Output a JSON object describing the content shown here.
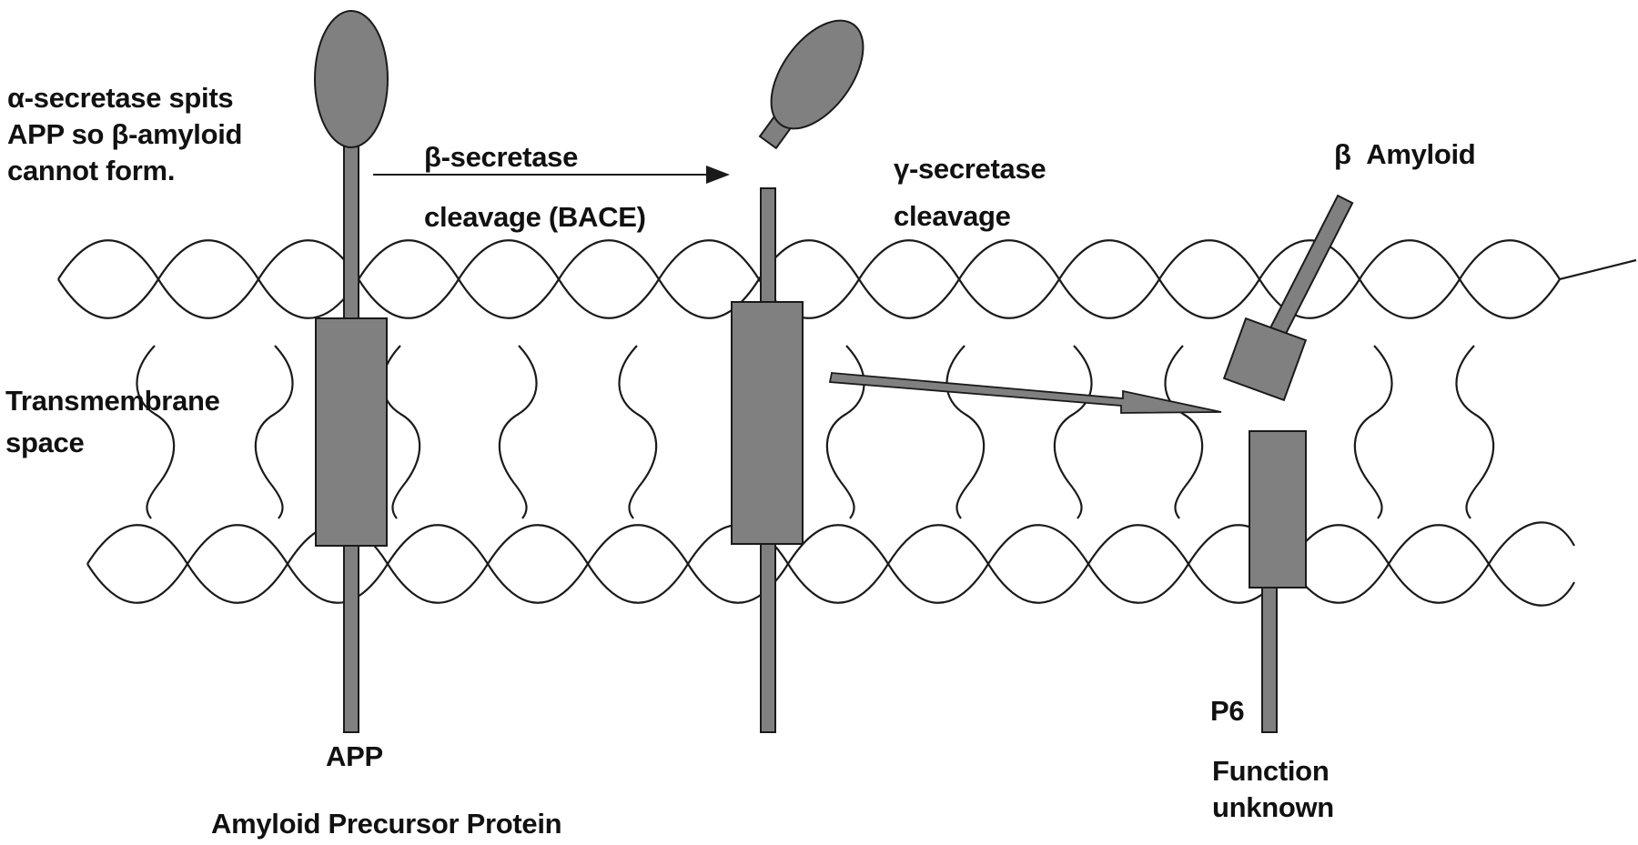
{
  "labels": {
    "alpha_note": [
      "α-secretase spits",
      "APP so β-amyloid",
      "cannot form."
    ],
    "beta_cleavage": [
      "β-secretase",
      "cleavage (BACE)"
    ],
    "gamma_cleavage": [
      "γ-secretase",
      "cleavage"
    ],
    "beta_amyloid": "β  Amyloid",
    "transmembrane": [
      "Transmembrane",
      "space"
    ],
    "app": "APP",
    "app_full": "Amyloid Precursor Protein",
    "p6": "P6",
    "function_unknown": [
      "Function",
      "unknown"
    ]
  },
  "colors": {
    "protein_fill": "#808080",
    "outline": "#1a1a1a",
    "text": "#111111",
    "background": "#ffffff"
  }
}
